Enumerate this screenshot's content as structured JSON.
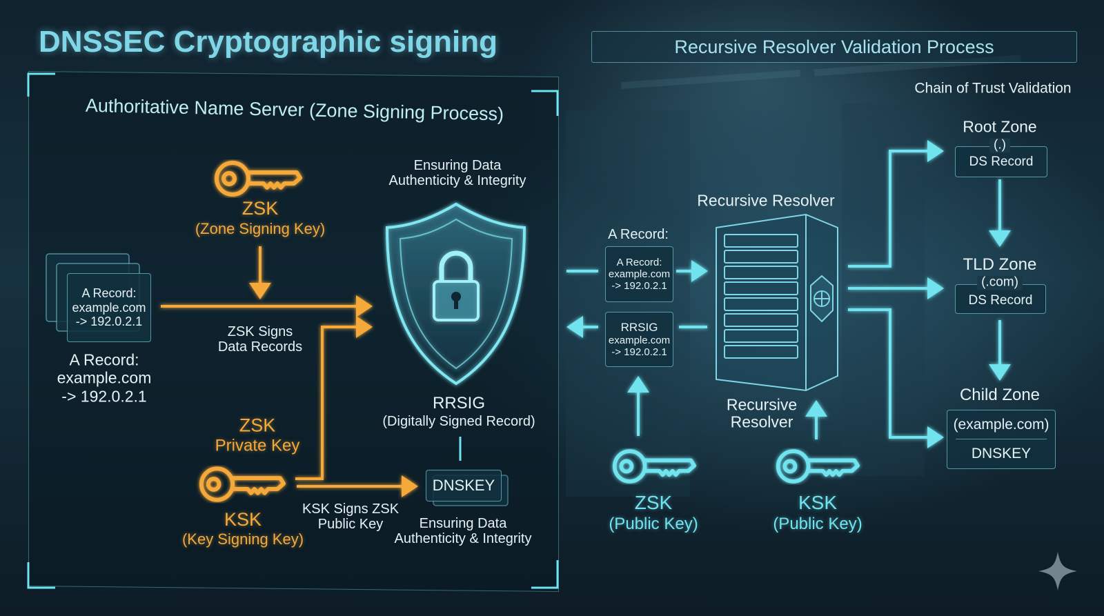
{
  "title": "DNSSEC Cryptographic signing",
  "right_header": "Recursive Resolver Validation Process",
  "chain_label": "Chain of Trust Validation",
  "colors": {
    "accent_cyan": "#6fe3ef",
    "accent_orange": "#f5a93a",
    "background": "#0b1822"
  },
  "left": {
    "panel_title": "Authoritative Name Server (Zone Signing Process)",
    "zsk": {
      "name": "ZSK",
      "desc": "(Zone Signing Key)",
      "icon": "key-icon"
    },
    "record_card": [
      "A Record:",
      "example.com",
      "-> 192.0.2.1"
    ],
    "record_label": [
      "A Record:",
      "example.com",
      "-> 192.0.2.1"
    ],
    "zsk_signs": [
      "ZSK Signs",
      "Data Records"
    ],
    "ensuring_top": [
      "Ensuring Data",
      "Authenticity & Integrity"
    ],
    "shield_icon": "shield-lock-icon",
    "rrsig": {
      "name": "RRSIG",
      "desc": "(Digitally Signed Record)"
    },
    "zsk_private": [
      "ZSK",
      "Private Key"
    ],
    "ksk": {
      "name": "KSK",
      "desc": "(Key Signing Key)",
      "icon": "key-icon"
    },
    "ksk_signs": [
      "KSK Signs ZSK",
      "Public Key"
    ],
    "dnskey": "DNSKEY",
    "ensuring_bottom": [
      "Ensuring Data",
      "Authenticity & Integrity"
    ]
  },
  "right": {
    "resolver_title": "Recursive Resolver",
    "a_record_label": "A Record:",
    "a_record_box": [
      "A Record:",
      "example.com",
      "-> 192.0.2.1"
    ],
    "rrsig_box": [
      "RRSIG",
      "example.com",
      "-> 192.0.2.1"
    ],
    "resolver_label": [
      "Recursive",
      "Resolver"
    ],
    "zsk_public": [
      "ZSK",
      "(Public Key)"
    ],
    "ksk_public": [
      "KSK",
      "(Public Key)"
    ],
    "root": {
      "name": "Root Zone",
      "sub": "(.)",
      "record": "DS Record"
    },
    "tld": {
      "name": "TLD Zone",
      "sub": "(.com)",
      "record": "DS Record"
    },
    "child": {
      "name": "Child Zone",
      "sub": "(example.com)",
      "record": "DNSKEY"
    }
  }
}
